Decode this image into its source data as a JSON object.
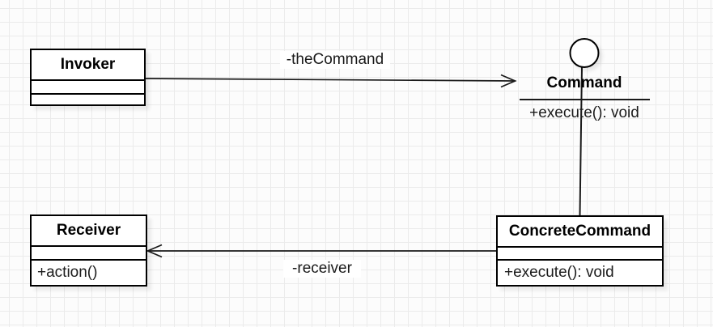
{
  "canvas": {
    "background_color": "#fcfcfc",
    "grid_color": "#ebebeb",
    "stroke_color": "#000000",
    "shadow_color": "rgba(0,0,0,0.07)"
  },
  "classes": {
    "invoker": {
      "name": "Invoker"
    },
    "receiver": {
      "name": "Receiver",
      "operation": "+action()"
    },
    "concrete_command": {
      "name": "ConcreteCommand",
      "operation": "+execute(): void"
    }
  },
  "interface": {
    "command": {
      "name": "Command",
      "operation": "+execute(): void"
    }
  },
  "edge_labels": {
    "the_command": "-theCommand",
    "receiver": "-receiver"
  }
}
